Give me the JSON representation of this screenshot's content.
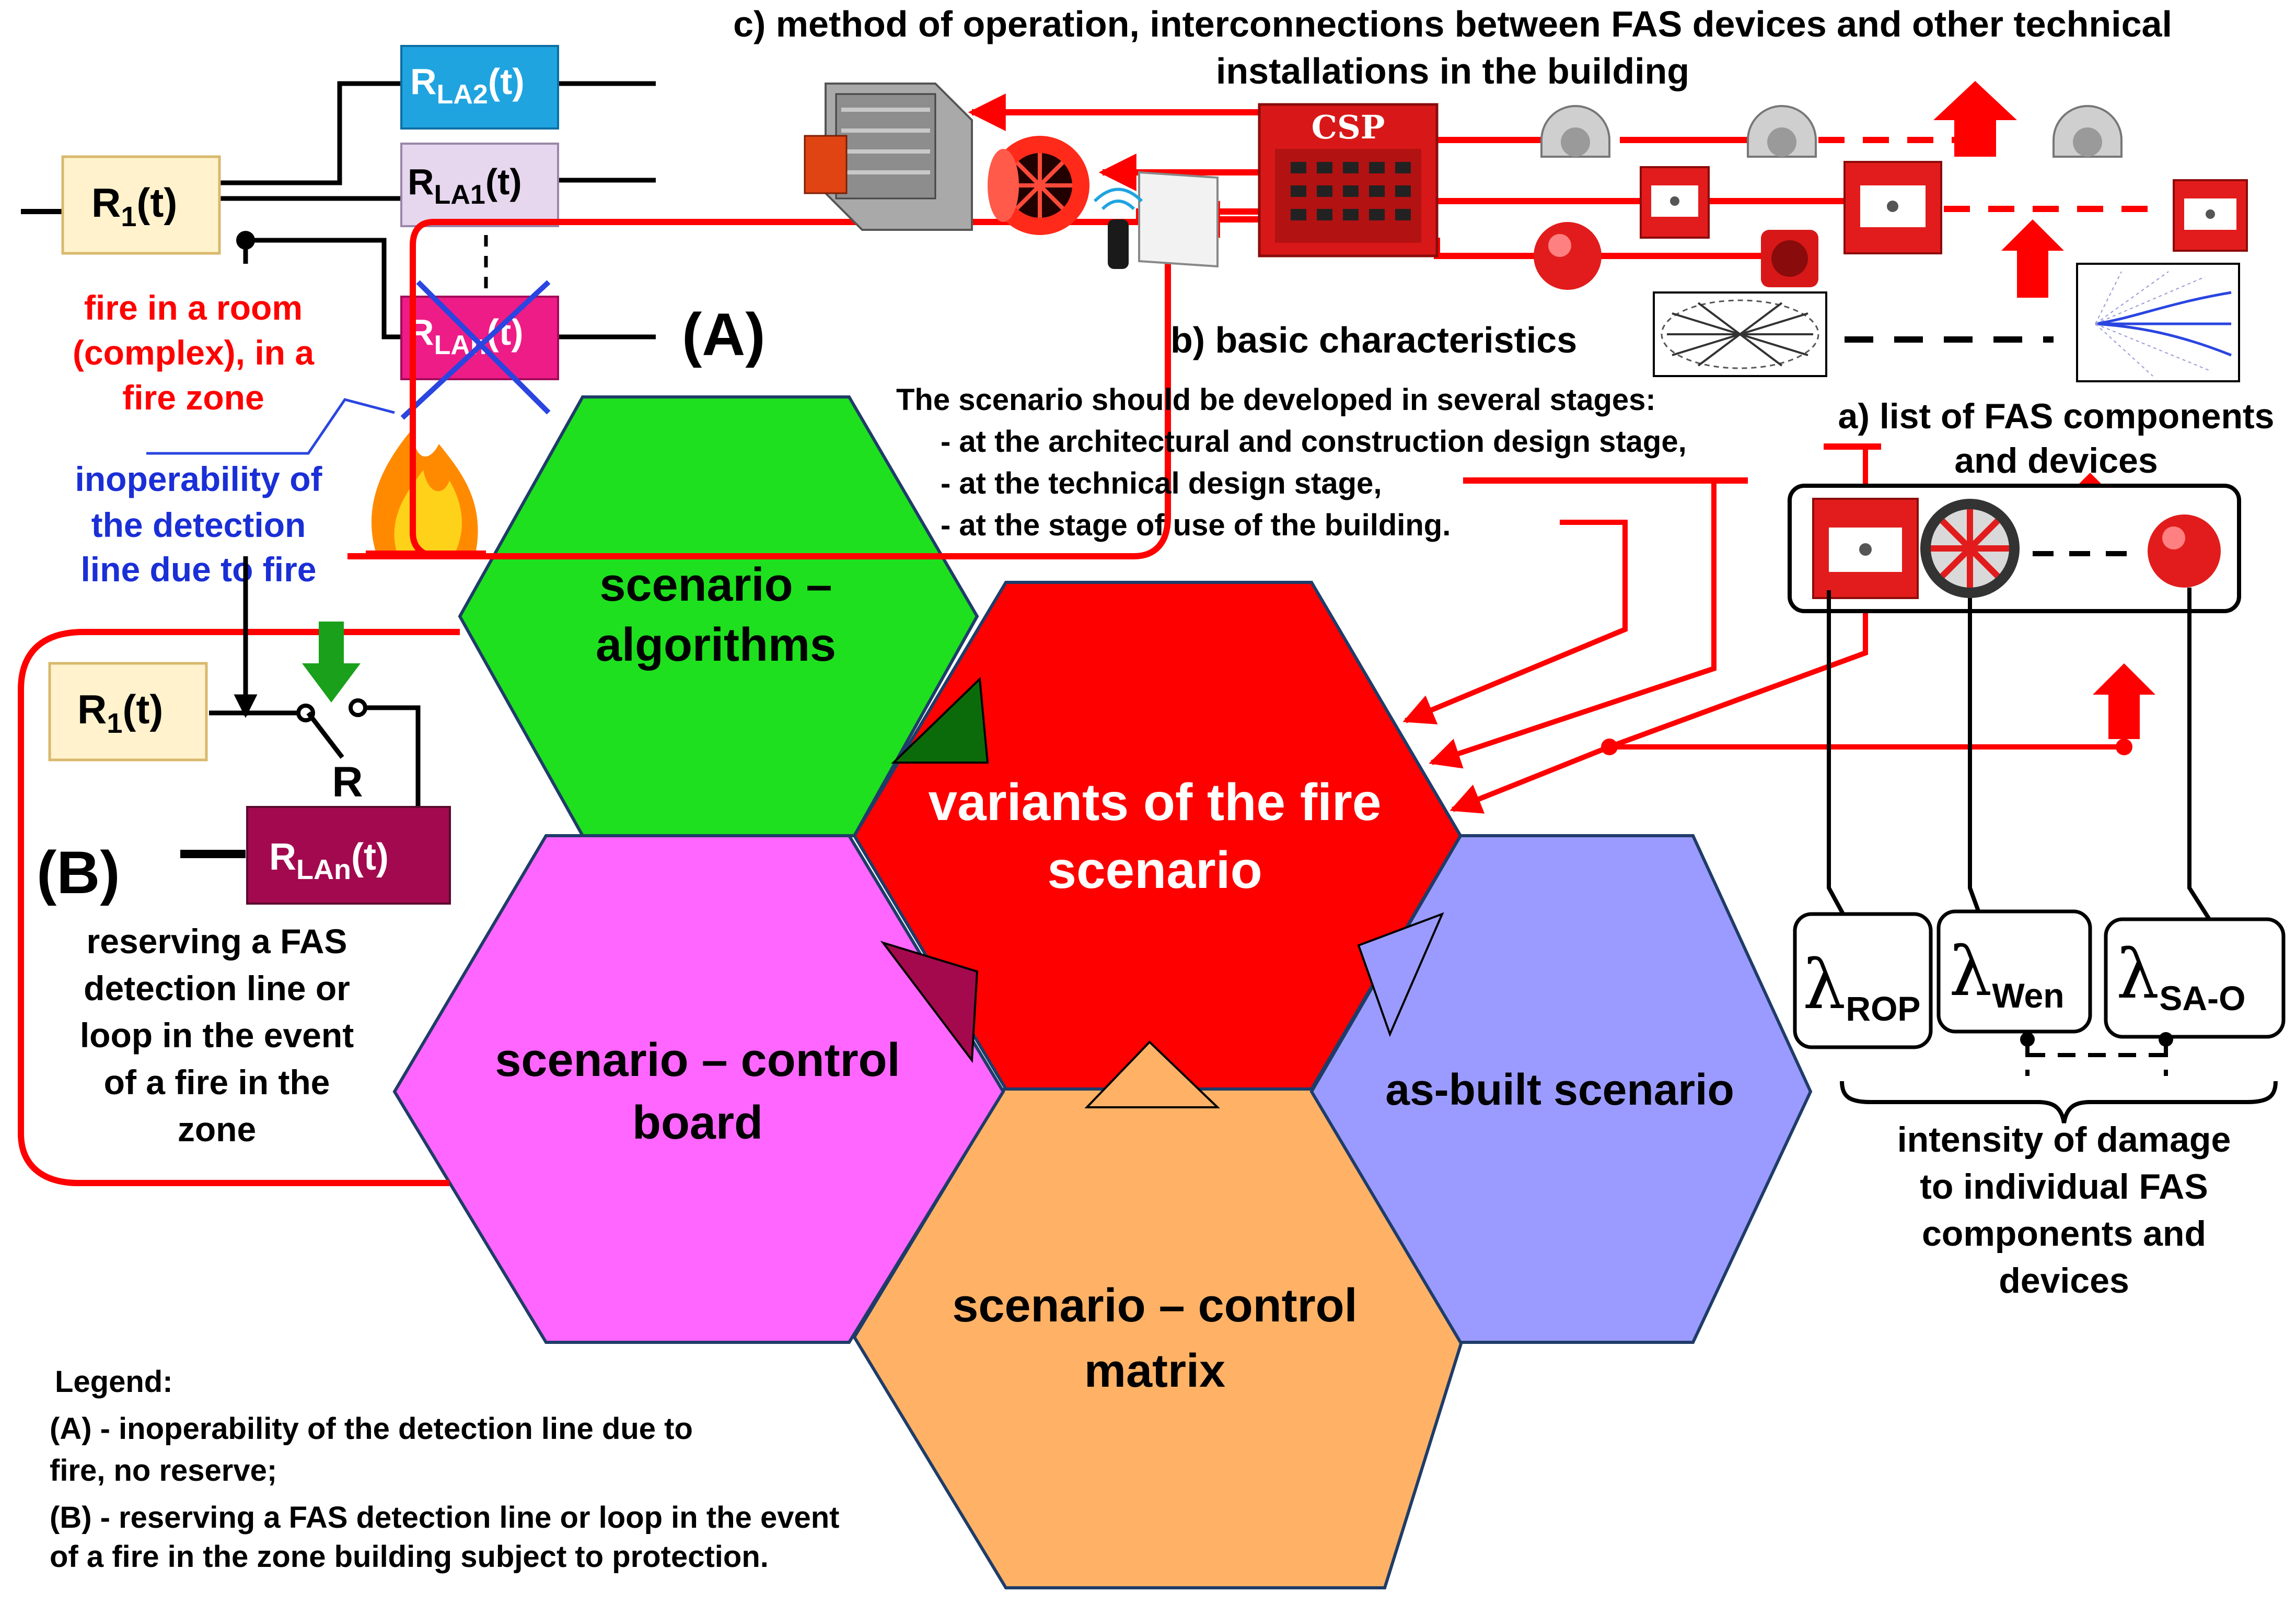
{
  "colors": {
    "red_line": "#ff0000",
    "black_line": "#000000",
    "blue_text": "#1a2fd6",
    "hex_green": "#1ee01e",
    "hex_red": "#ff0000",
    "hex_magenta": "#ff66ff",
    "hex_blue": "#9b9bff",
    "hex_orange": "#ffb266",
    "box_cream": "#fff2cc",
    "box_cyan": "#1fa4e0",
    "box_lilac": "#e6d7ee",
    "box_pink": "#ee1c86",
    "box_maroon": "#a3094f",
    "arrow_green": "#1aa01a",
    "dark_green": "#0b6b0b",
    "maroon": "#a5094d"
  },
  "icons": [
    "arrow-up-icon",
    "arrow-down-icon",
    "fire-icon",
    "switch-icon",
    "siren-icon",
    "fan-icon",
    "call-point-icon",
    "smoke-detector-icon",
    "damper-icon",
    "door-opener-icon",
    "panel-icon",
    "polar-diagram-icon",
    "spray-pattern-icon"
  ],
  "header": {
    "line1": "c) method of operation, interconnections between FAS devices and other technical",
    "line2": "installations in the building"
  },
  "labels": {
    "csp": "CSP",
    "b_characteristics": "b) basic characteristics",
    "a_list_line1": "a) list of FAS components",
    "a_list_line2": "and devices",
    "scenario_intro": "The scenario should be developed in several stages:",
    "stage1": "- at the architectural and construction design stage,",
    "stage2": "- at the technical design stage,",
    "stage3": "- at the stage of use of the building.",
    "marker_a": "(A)",
    "marker_b": "(B)",
    "switch_r": "R"
  },
  "reliability": {
    "r1_top": {
      "main": "R",
      "sub": "1",
      "suffix": "(t)"
    },
    "rla2": {
      "main": "R",
      "sub": "LA2",
      "suffix": "(t)"
    },
    "rla1": {
      "main": "R",
      "sub": "LA1",
      "suffix": "(t)"
    },
    "rlan_top": {
      "main": "R",
      "sub": "LAn",
      "suffix": "(t)"
    },
    "r1_bottom": {
      "main": "R",
      "sub": "1",
      "suffix": "(t)"
    },
    "rlan_bottom": {
      "main": "R",
      "sub": "LAn",
      "suffix": "(t)"
    }
  },
  "annotations": {
    "fire_room": [
      "fire in a room",
      "(complex), in a",
      "fire zone"
    ],
    "inoperability": [
      "inoperability of",
      "the detection",
      "line due to fire"
    ],
    "reserving": [
      "reserving a FAS",
      "detection line or",
      "loop in the event",
      "of a fire in the",
      "zone"
    ],
    "intensity": [
      "intensity of damage",
      "to individual FAS",
      "components and",
      "devices"
    ]
  },
  "hexagons": {
    "algorithms": [
      "scenario –",
      "algorithms"
    ],
    "variants": [
      "variants of the fire",
      "scenario"
    ],
    "control_board": [
      "scenario – control",
      "board"
    ],
    "as_built": [
      "as-built scenario"
    ],
    "control_matrix": [
      "scenario – control",
      "matrix"
    ]
  },
  "lambdas": {
    "rop": {
      "symbol": "λ",
      "sub": "ROP"
    },
    "wen": {
      "symbol": "λ",
      "sub": "Wen"
    },
    "sao": {
      "symbol": "λ",
      "sub": "SA-O"
    }
  },
  "legend": {
    "title": "Legend:",
    "a_line1": "(A) - inoperability of the detection line due to",
    "a_line2": "fire, no reserve;",
    "b_line1": "(B) - reserving a FAS detection line or loop in the event",
    "b_line2": "of a fire in the zone building subject to protection."
  }
}
